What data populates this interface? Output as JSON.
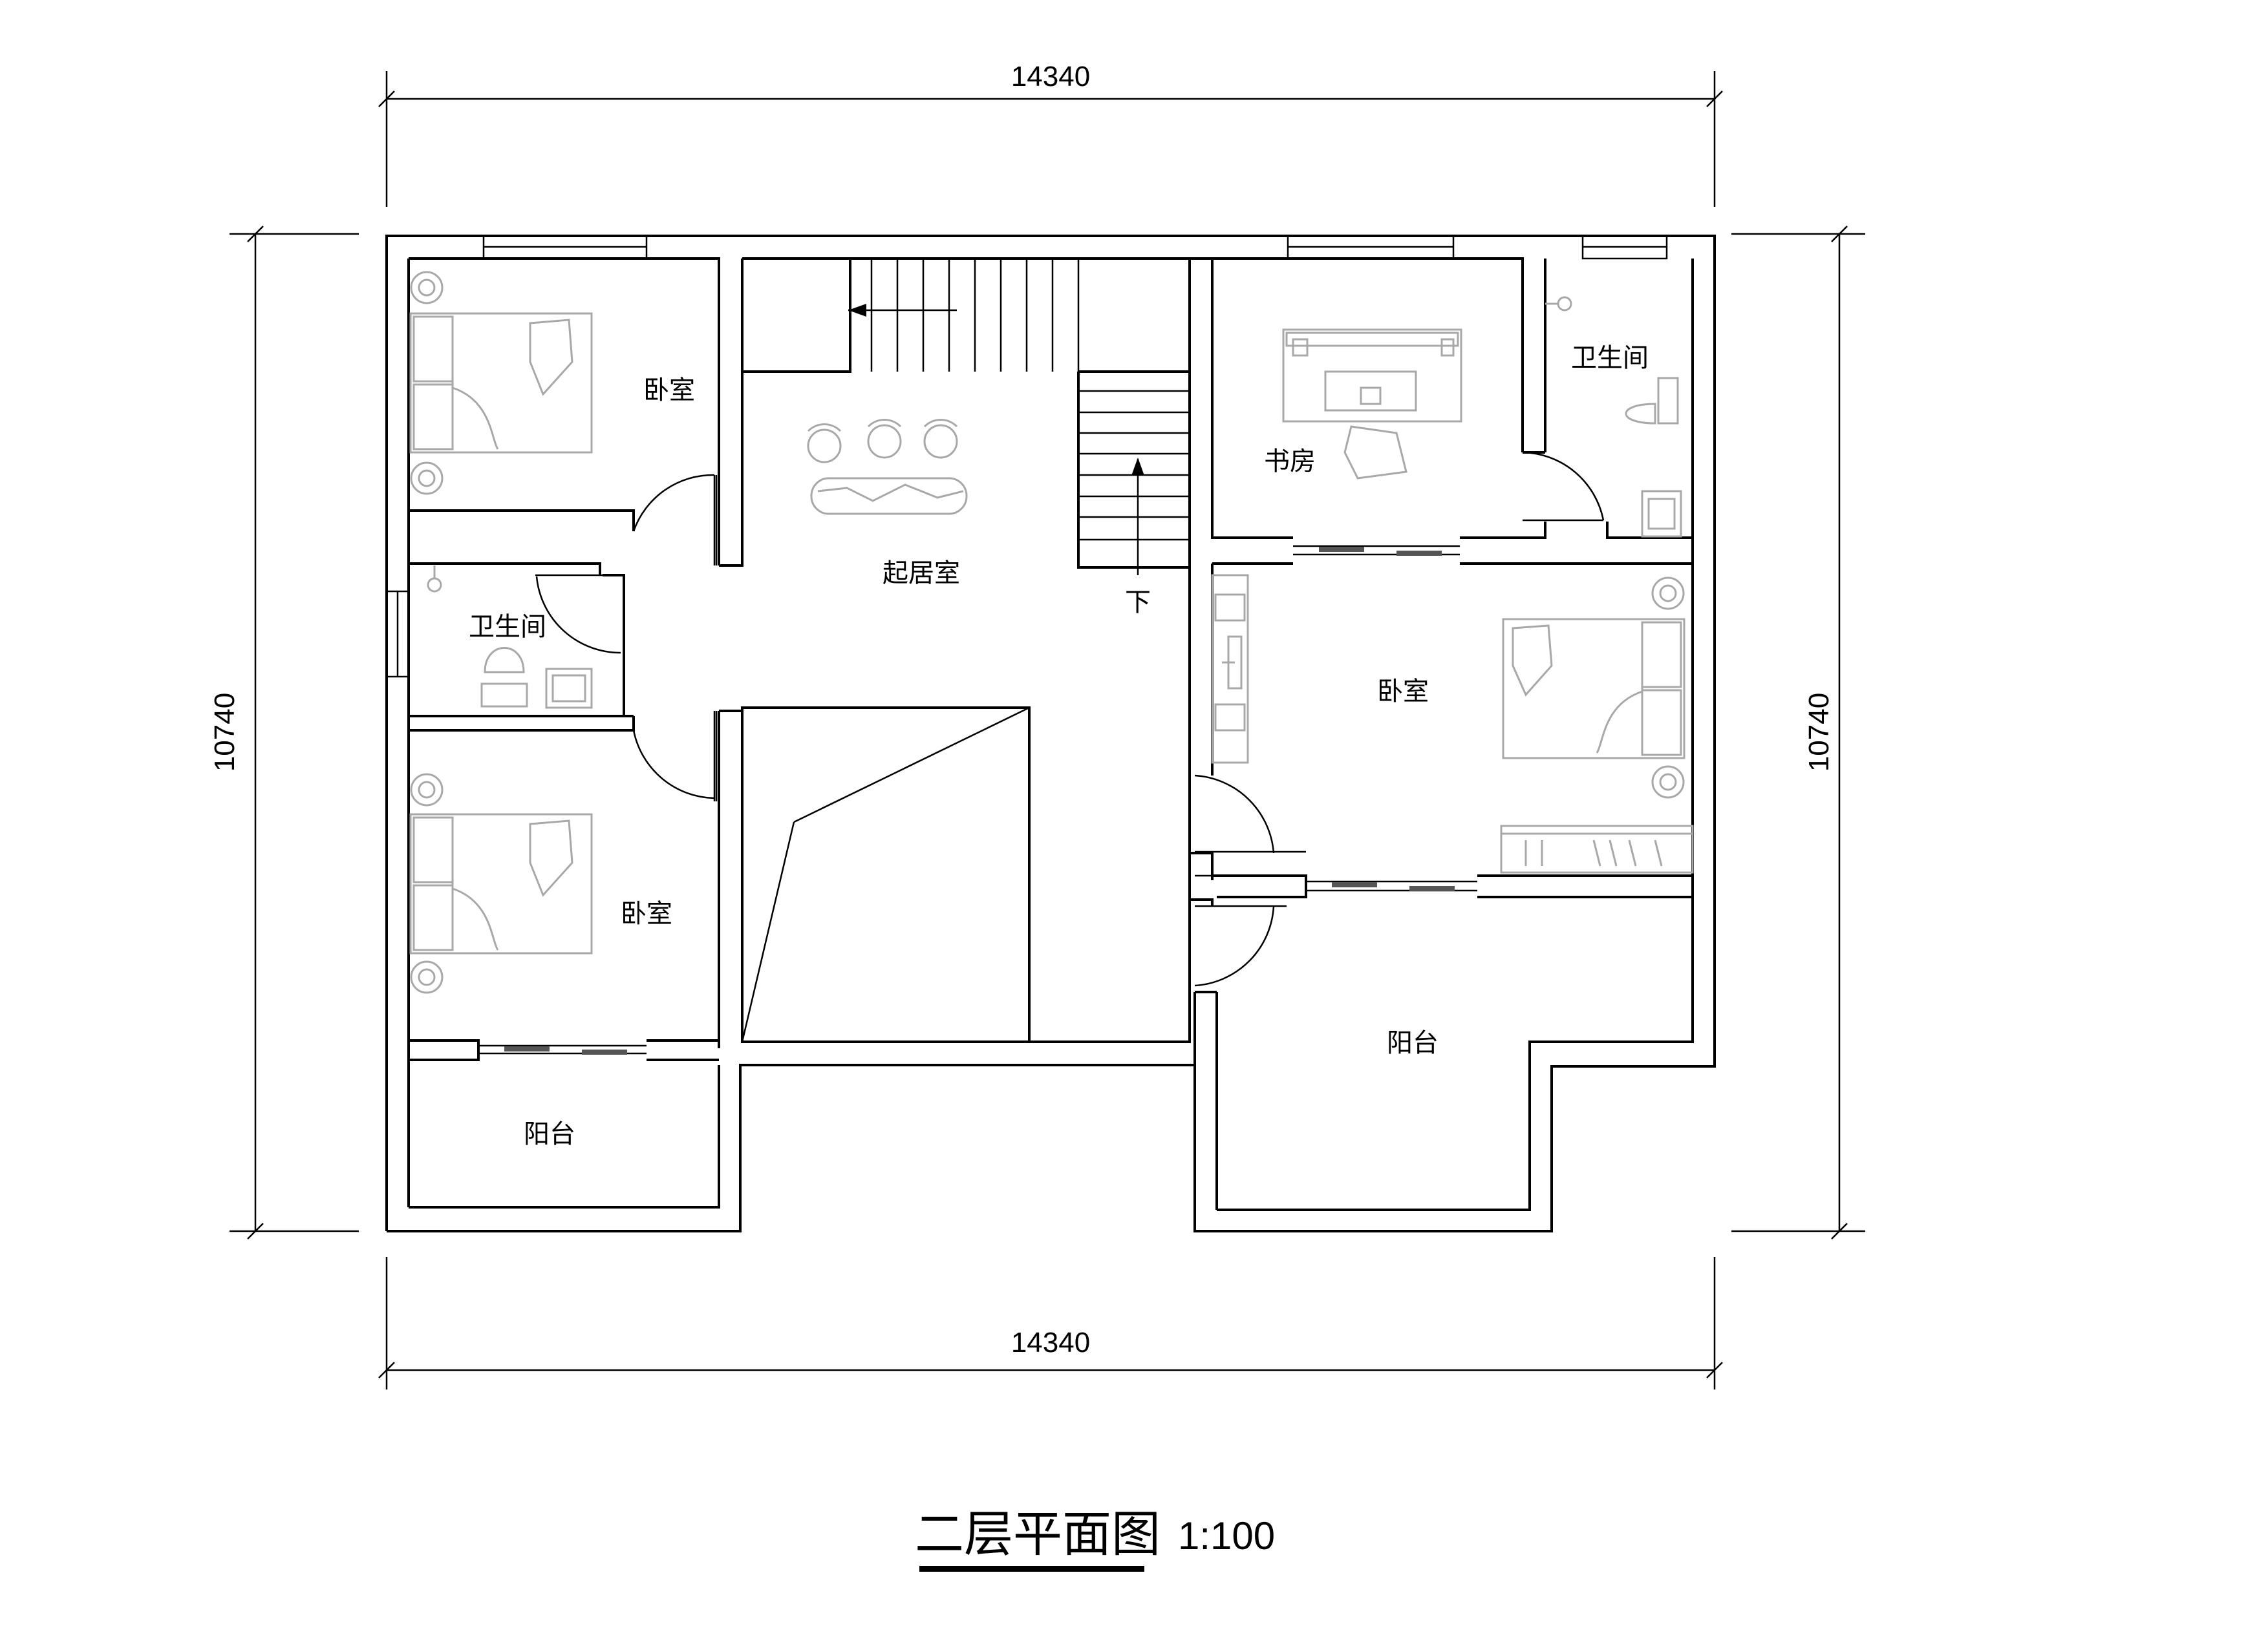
{
  "drawing": {
    "title": "二层平面图",
    "scale": "1:100"
  },
  "dimensions": {
    "top_width": "14340",
    "bottom_width": "14340",
    "left_height": "10740",
    "right_height": "10740"
  },
  "rooms": {
    "bedroom_top_left": "卧室",
    "bathroom_left": "卫生间",
    "bedroom_bottom_left": "卧室",
    "balcony_left": "阳台",
    "living_room": "起居室",
    "stair_down": "下",
    "study": "书房",
    "bathroom_right": "卫生间",
    "bedroom_right": "卧室",
    "balcony_right": "阳台"
  }
}
